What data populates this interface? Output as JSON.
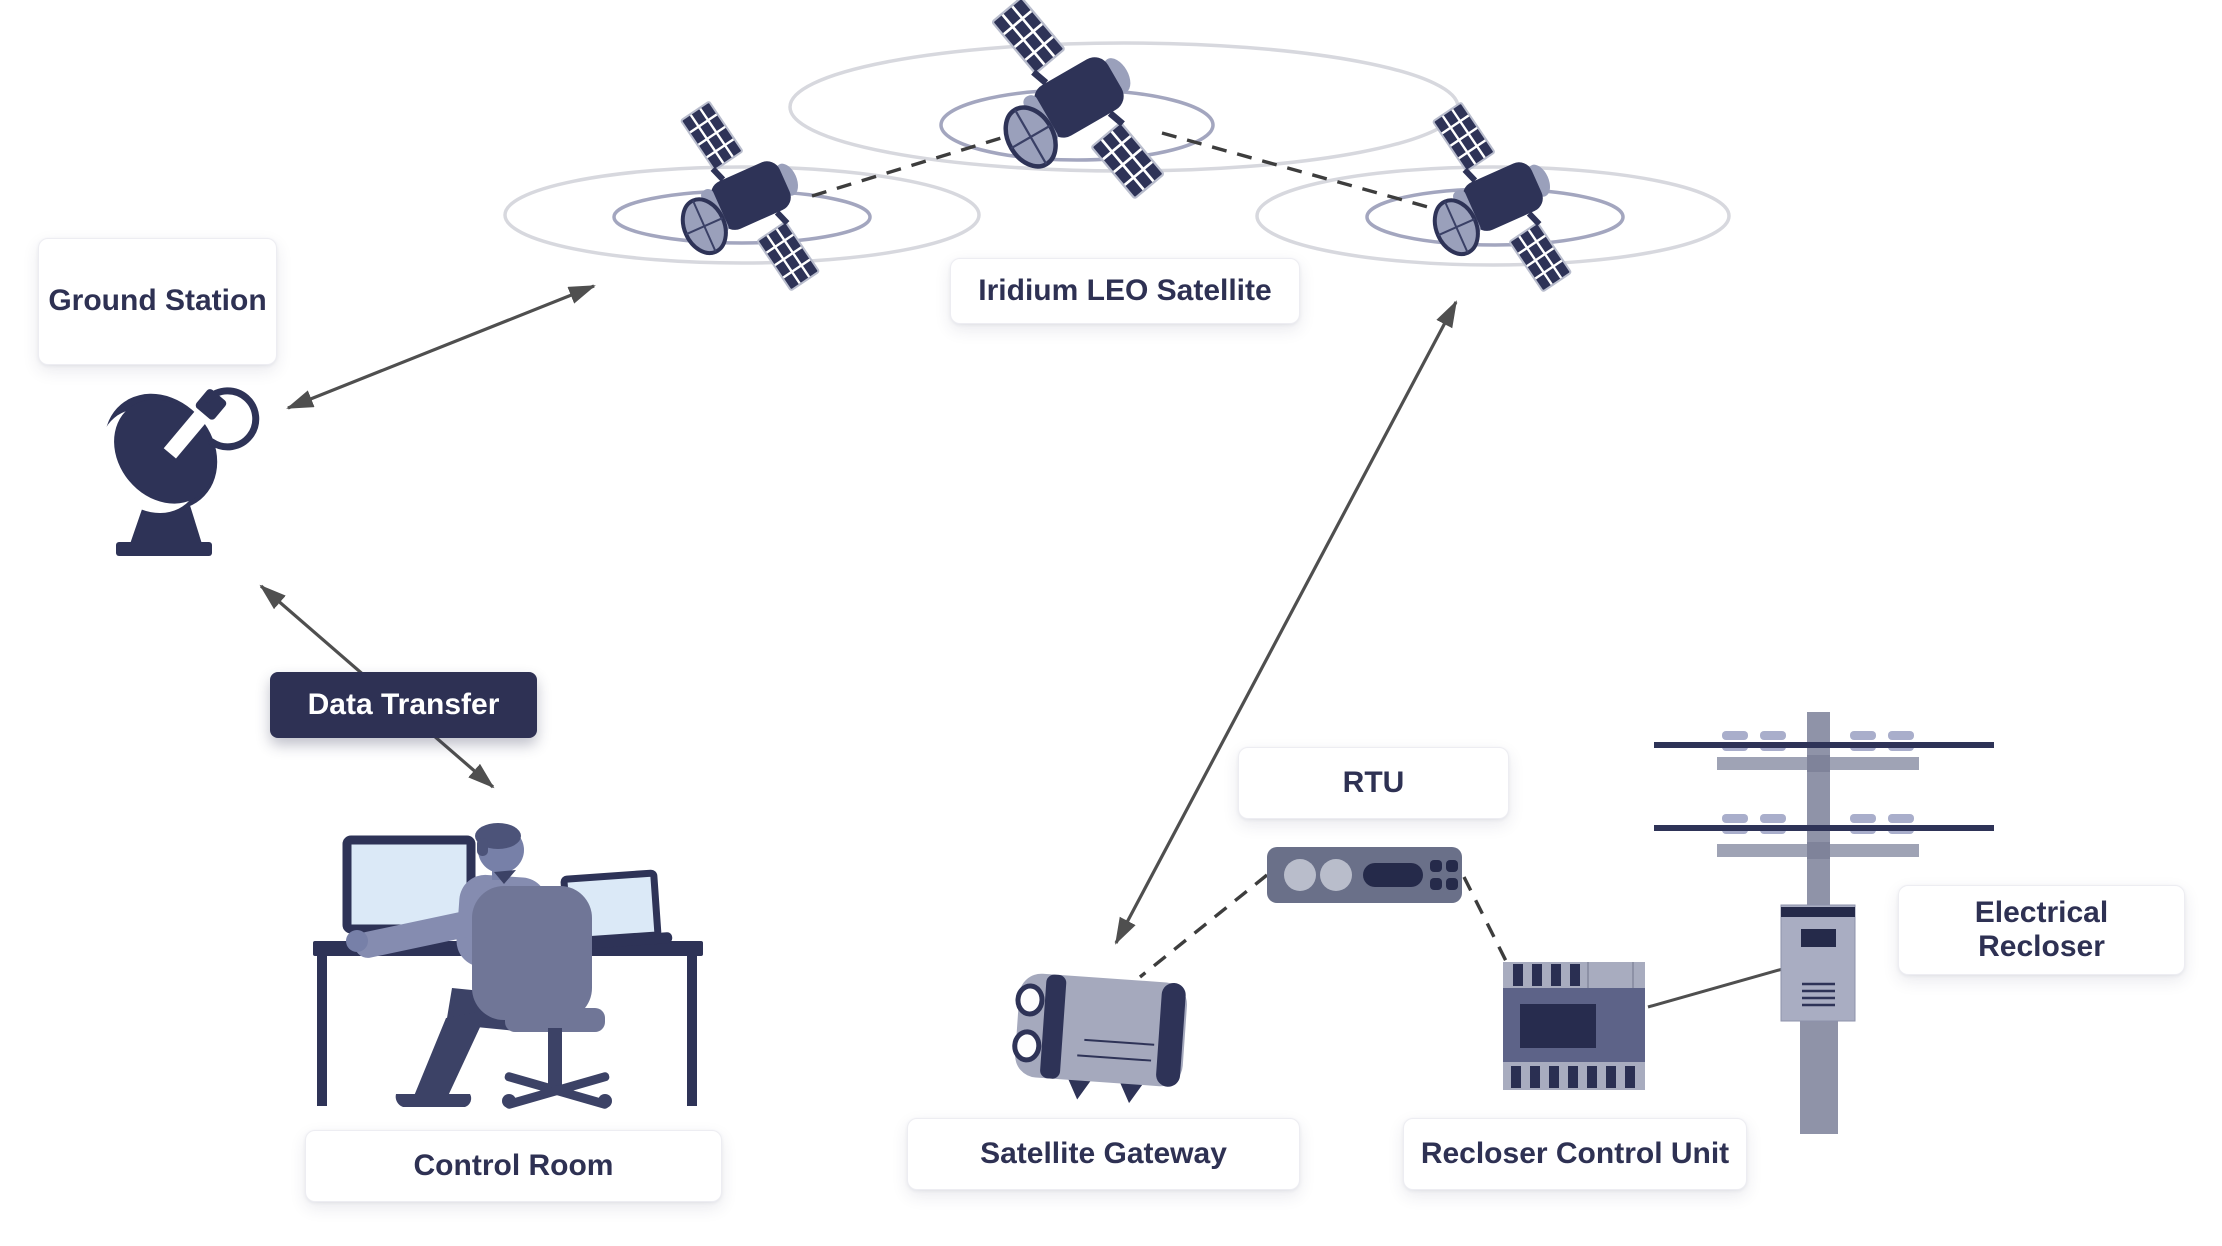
{
  "labels": {
    "ground_station": "Ground Station",
    "iridium_leo_satellite": "Iridium LEO Satellite",
    "data_transfer": "Data Transfer",
    "control_room": "Control Room",
    "satellite_gateway": "Satellite Gateway",
    "rtu": "RTU",
    "recloser_control_unit": "Recloser Control Unit",
    "electrical_recloser": "Electrical Recloser"
  },
  "colors": {
    "background": "#ffffff",
    "navy": "#2e3357",
    "label_text": "#2e3153",
    "data_transfer_box_bg": "#2e3154",
    "data_transfer_box_text": "#ffffff",
    "arrow": "#4f4f4f",
    "dashed_link": "#3d3d3d",
    "orbit_inner_ring": "#a3a6bf",
    "orbit_outer_ring": "#d7d8de",
    "device_gray": "#a5a9bd",
    "rtu_body": "#6a7089",
    "recloser_unit_mid": "#5d6388",
    "pole_gray": "#8f93a8",
    "chair": "#707697",
    "shirt": "#858cb0",
    "skin": "#7780a8",
    "pants": "#3c4266",
    "screen_blue": "#dbe9f7"
  },
  "icons": [
    "iridium-satellite-icon",
    "orbit-rings",
    "satellite-dish-icon",
    "person-at-desk-icon",
    "monitor-icon",
    "laptop-icon",
    "satellite-gateway-icon",
    "rtu-device-icon",
    "recloser-control-unit-icon",
    "utility-pole-icon",
    "electrical-recloser-box-icon",
    "double-headed-arrow",
    "dashed-link"
  ]
}
